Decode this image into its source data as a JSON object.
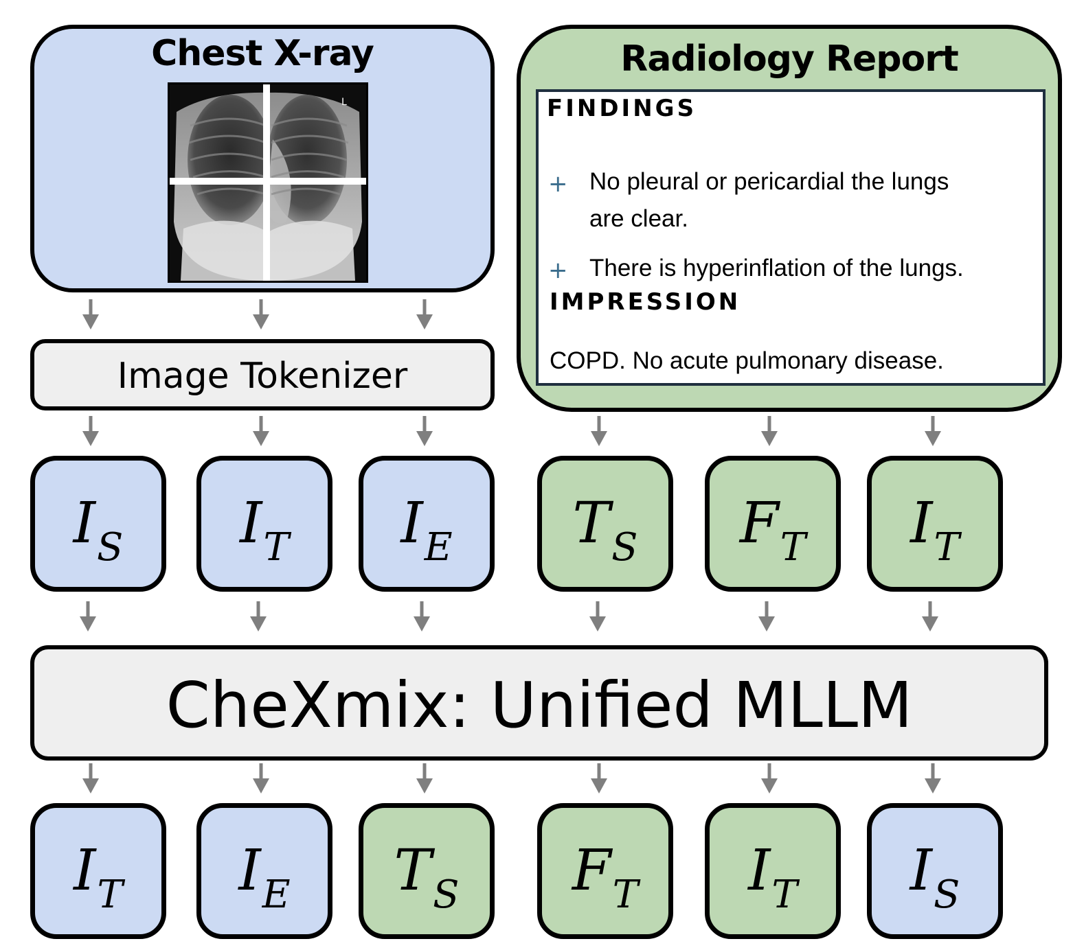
{
  "xray_panel": {
    "title": "Chest X-ray"
  },
  "report_panel": {
    "title": "Radiology Report",
    "findings_heading": "FINDINGS",
    "findings_bullets": [
      {
        "marker": "+",
        "line1": "No pleural or pericardial the lungs",
        "line2": "are clear."
      },
      {
        "marker": "+",
        "line1": "There is hyperinflation of the lungs.",
        "line2": ""
      }
    ],
    "impression_heading": "IMPRESSION",
    "impression_text": "COPD. No acute pulmonary disease."
  },
  "tokenizer": {
    "label": "Image Tokenizer"
  },
  "mllm": {
    "label": "CheXmix: Unified MLLM"
  },
  "input_tokens": [
    {
      "main": "I",
      "sub": "S",
      "color": "blue"
    },
    {
      "main": "I",
      "sub": "T",
      "color": "blue"
    },
    {
      "main": "I",
      "sub": "E",
      "color": "blue"
    },
    {
      "main": "T",
      "sub": "S",
      "color": "green"
    },
    {
      "main": "F",
      "sub": "T",
      "color": "green"
    },
    {
      "main": "I",
      "sub": "T",
      "color": "green"
    }
  ],
  "output_tokens": [
    {
      "main": "I",
      "sub": "T",
      "color": "blue"
    },
    {
      "main": "I",
      "sub": "E",
      "color": "blue"
    },
    {
      "main": "T",
      "sub": "S",
      "color": "green"
    },
    {
      "main": "F",
      "sub": "T",
      "color": "green"
    },
    {
      "main": "I",
      "sub": "T",
      "color": "green"
    },
    {
      "main": "I",
      "sub": "S",
      "color": "blue"
    }
  ],
  "colors": {
    "image_blue": "#ccdaf3",
    "text_green": "#bdd8b3",
    "arrow_gray": "#7f7f7f",
    "block_gray": "#efefef"
  }
}
